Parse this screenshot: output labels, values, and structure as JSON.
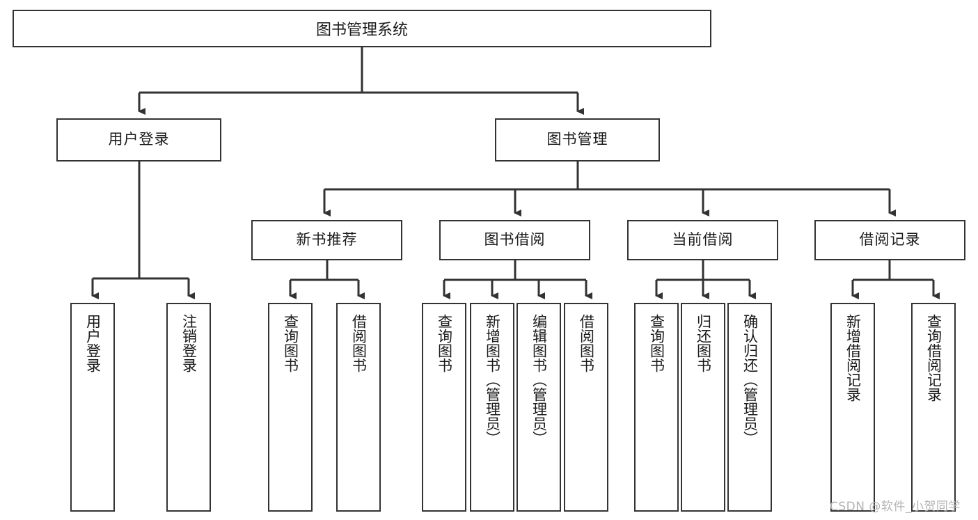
{
  "diagram": {
    "title": "图书管理系统",
    "watermark": "CSDN @软件_小贺同学",
    "levels": {
      "root": {
        "label": "图书管理系统"
      },
      "level2": [
        {
          "label": "用户登录"
        },
        {
          "label": "图书管理"
        }
      ],
      "level3": [
        {
          "label": "新书推荐"
        },
        {
          "label": "图书借阅"
        },
        {
          "label": "当前借阅"
        },
        {
          "label": "借阅记录"
        }
      ],
      "leaves": [
        {
          "label": "用户登录"
        },
        {
          "label": "注销登录"
        },
        {
          "label": "查询图书"
        },
        {
          "label": "借阅图书"
        },
        {
          "label": "查询图书"
        },
        {
          "label": "新增图书（管理员）"
        },
        {
          "label": "编辑图书（管理员）"
        },
        {
          "label": "借阅图书"
        },
        {
          "label": "查询图书"
        },
        {
          "label": "归还图书"
        },
        {
          "label": "确认归还（管理员）"
        },
        {
          "label": "新增借阅记录"
        },
        {
          "label": "查询借阅记录"
        }
      ]
    },
    "colors": {
      "stroke": "#333333",
      "fill": "#ffffff",
      "text": "#1a1a1a",
      "watermark": "#b3b3b3"
    }
  }
}
